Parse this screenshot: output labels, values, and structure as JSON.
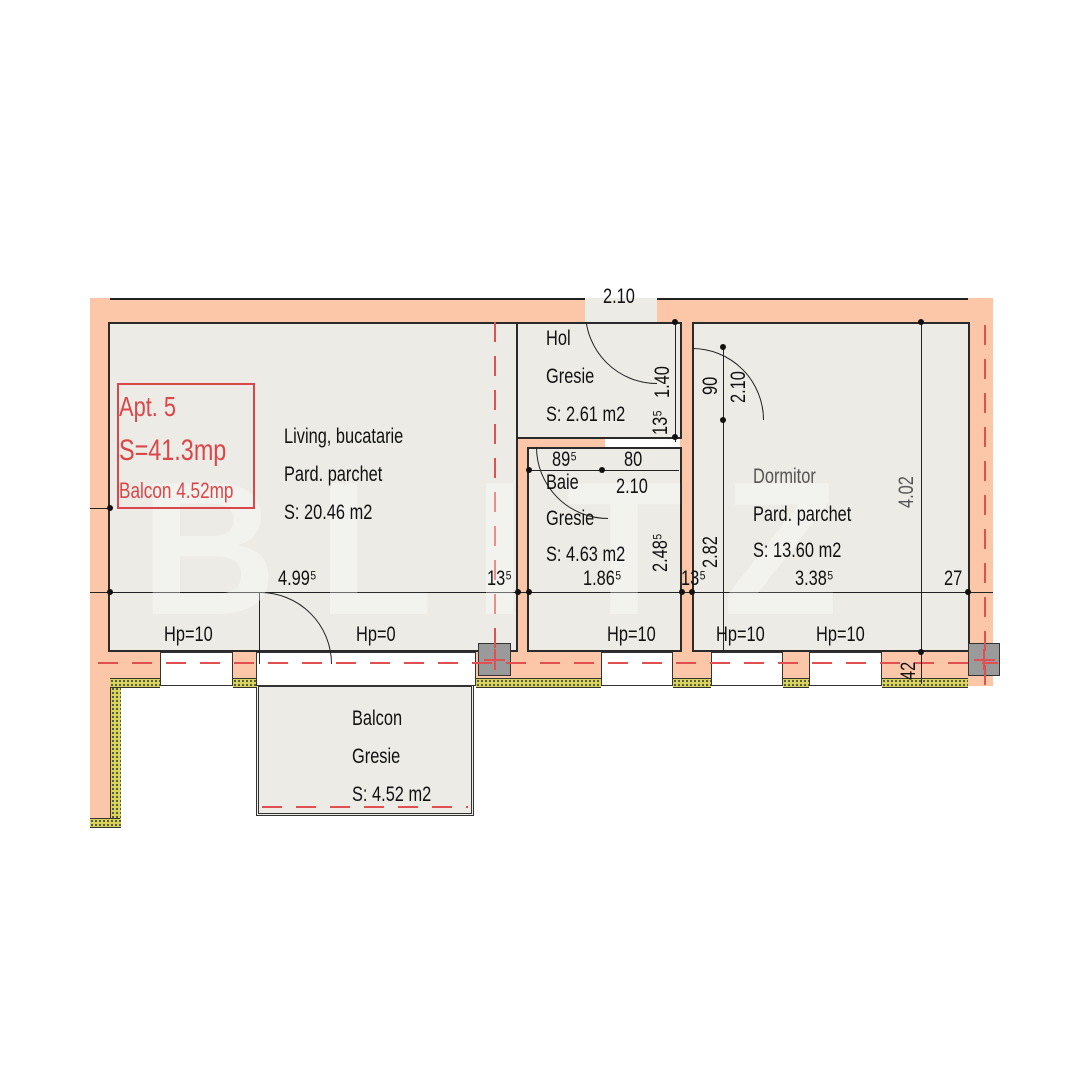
{
  "apartment": {
    "title": "Apt. 5",
    "total_area": "S=41.3mp",
    "balcony_area": "Balcon 4.52mp"
  },
  "rooms": {
    "living": {
      "name": "Living, bucatarie",
      "floor": "Pard. parchet",
      "area": "S: 20.46 m2"
    },
    "hol": {
      "name": "Hol",
      "floor": "Gresie",
      "area": "S: 2.61 m2"
    },
    "baie": {
      "name": "Baie",
      "floor": "Gresie",
      "area": "S: 4.63 m2"
    },
    "dormitor": {
      "name": "Dormitor",
      "floor": "Pard. parchet",
      "area": "S: 13.60 m2"
    },
    "balcon": {
      "name": "Balcon",
      "floor": "Gresie",
      "area": "S: 4.52 m2"
    }
  },
  "dimensions": {
    "living_width": "4.99⁵",
    "wall_left_baie": "13⁵",
    "baie_width": "1.86⁵",
    "wall_right_baie": "13⁵",
    "dormitor_width": "3.38⁵",
    "wall_right": "27",
    "dormitor_height": "4.02",
    "hol_door_height": "1.40",
    "hol_wall": "13⁵",
    "dorm_door_width": "90",
    "dorm_door_height": "2.10",
    "entry_door": "2.10",
    "baie_left_seg": "89⁵",
    "baie_door_width": "80",
    "baie_door_height": "2.10",
    "baie_height": "2.48⁵",
    "corridor_height": "2.82",
    "wall_bottom": "42"
  },
  "windows": {
    "living_left": "Hp=10",
    "living_door": "Hp=0",
    "baie": "Hp=10",
    "dorm_left": "Hp=10",
    "dorm_right": "Hp=10"
  },
  "watermark": "BLITZ",
  "colors": {
    "wall": "#fcc7a8",
    "floor": "#ecebe6",
    "accent_red": "#d9474a",
    "insulation": "#d6d45c",
    "column": "#9a9a9a"
  }
}
